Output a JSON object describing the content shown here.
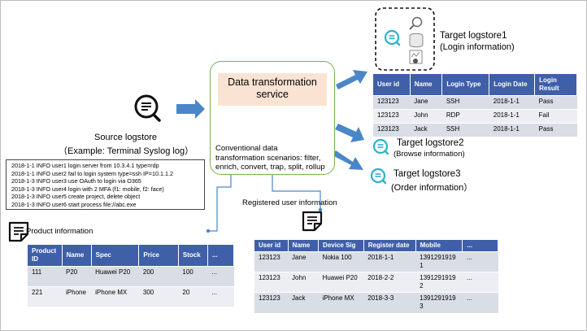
{
  "service": {
    "title_line1": "Data transformation",
    "title_line2": "service",
    "scenario_line1": "Conventional data",
    "scenario_line2": "transformation scenarios: filter,",
    "scenario_line3": "enrich, convert, trap, split, rollup"
  },
  "source": {
    "label": "Source logstore",
    "sublabel": "（Example: Terminal Syslog log）",
    "logs": [
      "2018-1-1 INFO user1 login server from 10.3.4.1 type=rdp",
      "2018-1-1 INFO user2 fail to login system type=ssh IP=10.1.1.2",
      "2018-1-3 INFO user3 use OAuth to login via O365",
      "2018-1-3 INFO user4 login with 2 MFA (f1: mobile, f2: face)",
      "2018-1-3 INFO user5 create project, delete object",
      "2018-1-3 INFO user6 start process file://abc.exe"
    ]
  },
  "targets": {
    "t1_label": "Target logstore1",
    "t1_sub": "(Login information)",
    "t2_label": "Target logstore2",
    "t2_sub": "(Browse information)",
    "t3_label": "Target logstore3",
    "t3_sub": "(Order information）"
  },
  "login_table": {
    "headers": [
      "User id",
      "Name",
      "Login Type",
      "Login Date",
      "Login Result"
    ],
    "rows": [
      [
        "123123",
        "Jane",
        "SSH",
        "2018-1-1",
        "Pass"
      ],
      [
        "123123",
        "John",
        "RDP",
        "2018-1-1",
        "Fail"
      ],
      [
        "123123",
        "Jack",
        "SSH",
        "2018-1-1",
        "Pass"
      ]
    ]
  },
  "product": {
    "label": "Product information",
    "headers": [
      "Product ID",
      "Name",
      "Spec",
      "Price",
      "Stock",
      "..."
    ],
    "rows": [
      [
        "111",
        "P20",
        "Huawei P20",
        "200",
        "100",
        "..."
      ],
      [
        "221",
        "iPhone",
        "iPhone MX",
        "300",
        "20",
        "..."
      ]
    ]
  },
  "users": {
    "label": "Registered user information",
    "headers": [
      "User id",
      "Name",
      "Device Sig",
      "Register date",
      "Mobile",
      "..."
    ],
    "rows": [
      [
        "123123",
        "Jane",
        "Nokia 100",
        "2018-1-1",
        "13912919191",
        "..."
      ],
      [
        "123123",
        "John",
        "Huawei P20",
        "2018-2-2",
        "13912919192",
        "..."
      ],
      [
        "123123",
        "Jack",
        "iPhone MX",
        "2018-3-3",
        "13912919193",
        "..."
      ]
    ]
  },
  "colors": {
    "arrow": "#4a86c8",
    "header": "#3f5fa8",
    "service_border": "#77b34d",
    "service_title_bg": "#fbe3d3",
    "logstore_icon": "#2bb3c9"
  }
}
